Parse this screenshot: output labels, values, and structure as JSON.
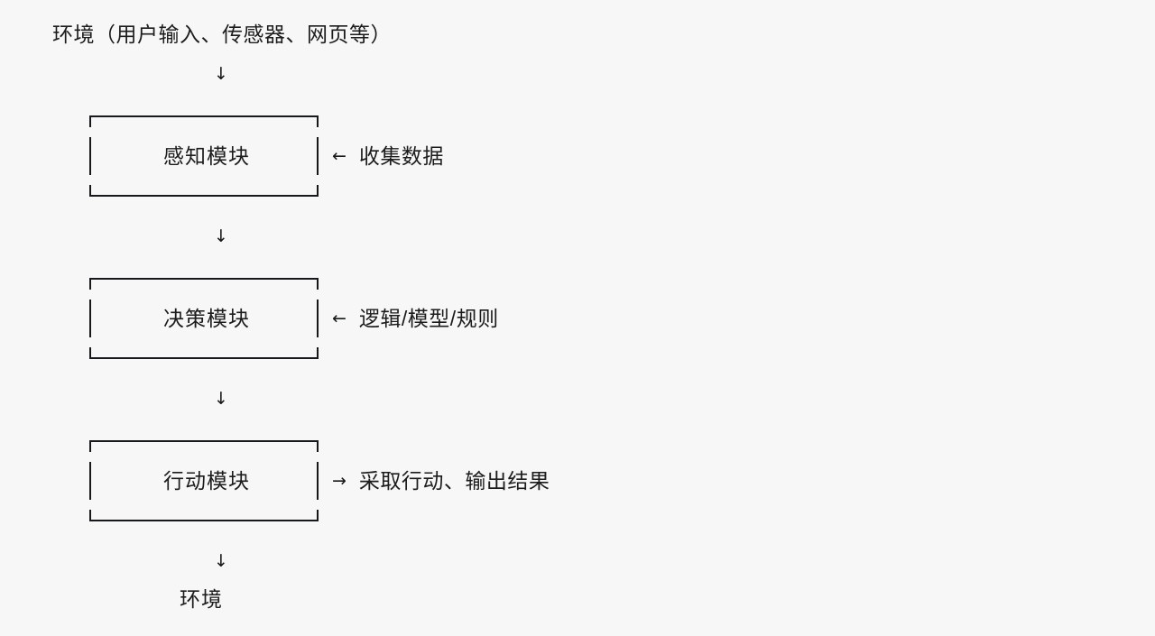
{
  "diagram": {
    "title_top": "环境（用户输入、传感器、网页等）",
    "title_bottom": "环境",
    "flow_arrow_glyph": "↓",
    "colors": {
      "background": "#f7f7f7",
      "stroke": "#17181a",
      "text": "#1c1c1c"
    },
    "modules": [
      {
        "label": "感知模块",
        "annotation_arrow": "←",
        "annotation_text": "收集数据"
      },
      {
        "label": "决策模块",
        "annotation_arrow": "←",
        "annotation_text": "逻辑/模型/规则"
      },
      {
        "label": "行动模块",
        "annotation_arrow": "→",
        "annotation_text": "采取行动、输出结果"
      }
    ]
  }
}
